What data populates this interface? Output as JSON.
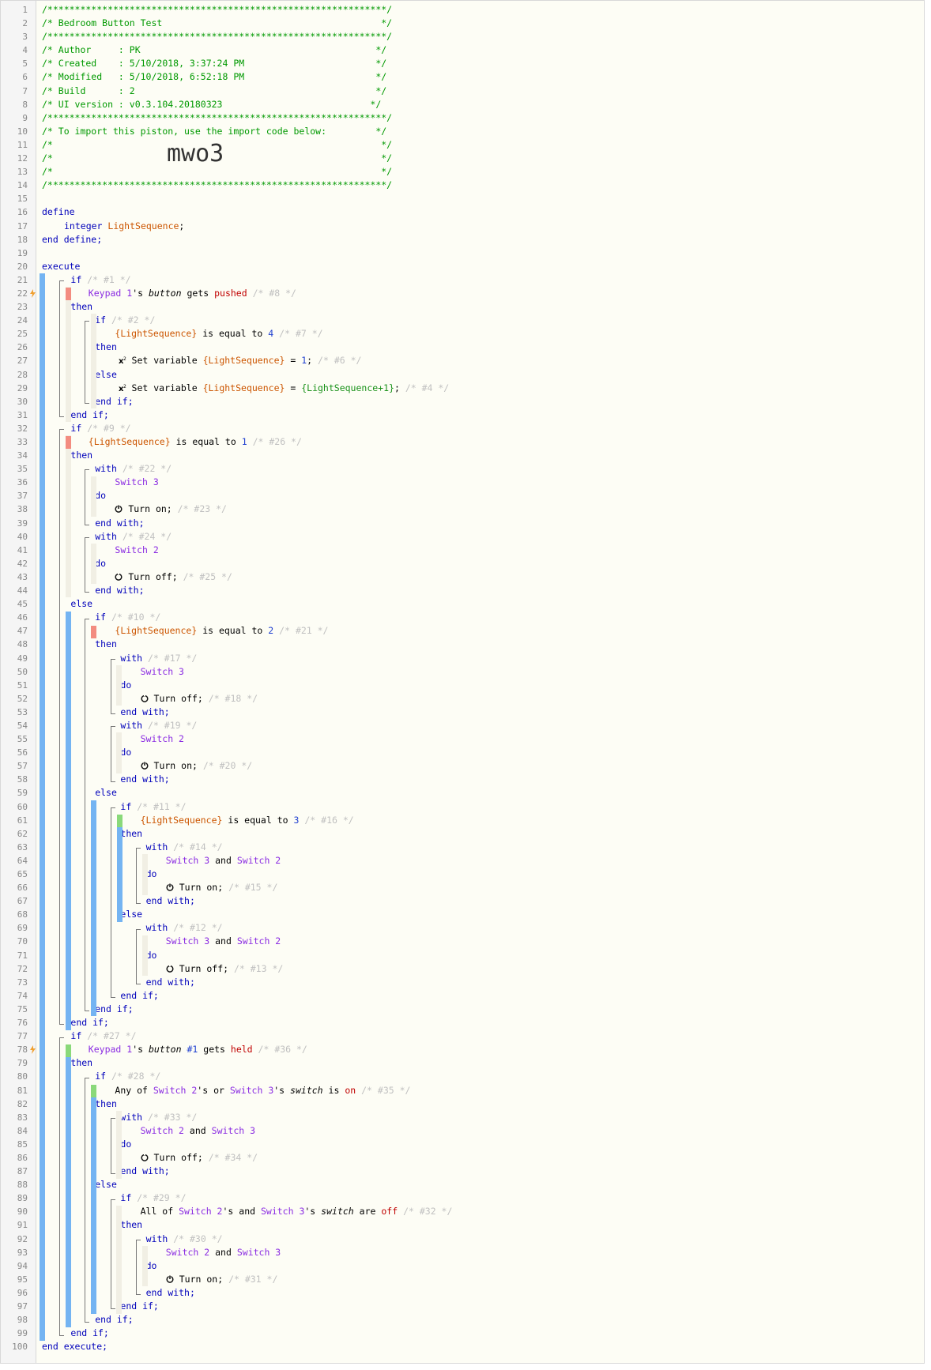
{
  "colors": {
    "bar_blue": "#74b4f2",
    "cond_red": "#f38c80",
    "cond_green": "#8ad97a",
    "comment_green": "#009900",
    "keyword_blue": "#0000bb",
    "device_purple": "#8a2be2",
    "variable_orange": "#cc5500"
  },
  "header": {
    "border": "/**************************************************************/",
    "title": "/* Bedroom Button Test                                        */",
    "author": "/* Author     : PK                                           */",
    "created": "/* Created    : 5/10/2018, 3:37:24 PM                        */",
    "modified": "/* Modified   : 5/10/2018, 6:52:18 PM                        */",
    "build": "/* Build      : 2                                            */",
    "ui_version": "/* UI version : v0.3.104.20180323                           */",
    "import_note": "/* To import this piston, use the import code below:         */",
    "blank": "/*                                                            */",
    "import_code": "mwo3"
  },
  "kw": {
    "define": "define",
    "integer": "integer",
    "end_define": "end define;",
    "execute": "execute",
    "end_execute": "end execute;",
    "if": "if",
    "then": "then",
    "else": "else",
    "end_if": "end if;",
    "with": "with",
    "do": "do",
    "end_with": "end with;",
    "set_variable": "Set variable",
    "turn_on": "Turn on;",
    "turn_off": "Turn off;",
    "is_equal_to": "is equal to",
    "gets": "gets",
    "and": "and",
    "any_of": "Any of",
    "all_of": "All of",
    "s": "'s",
    "or": "or",
    "is": "is",
    "are": "are",
    "semicolon": ";",
    "eq": "="
  },
  "vars": {
    "light_sequence": "LightSequence",
    "light_sequence_braced": "{LightSequence}",
    "light_sequence_plus": "{LightSequence+1}"
  },
  "devices": {
    "keypad": "Keypad 1",
    "switch2": "Switch 2",
    "switch3": "Switch 3"
  },
  "attrs": {
    "button": "button",
    "switch": "switch"
  },
  "values": {
    "pushed": "pushed",
    "held": "held",
    "on": "on",
    "off": "off",
    "button_num": "#1",
    "one": "1",
    "two": "2",
    "three": "3",
    "four": "4"
  },
  "ids": {
    "c1": "/* #1 */",
    "c2": "/* #2 */",
    "c4": "/* #4 */",
    "c6": "/* #6 */",
    "c7": "/* #7 */",
    "c8": "/* #8 */",
    "c9": "/* #9 */",
    "c10": "/* #10 */",
    "c11": "/* #11 */",
    "c12": "/* #12 */",
    "c13": "/* #13 */",
    "c14": "/* #14 */",
    "c15": "/* #15 */",
    "c16": "/* #16 */",
    "c17": "/* #17 */",
    "c18": "/* #18 */",
    "c19": "/* #19 */",
    "c20": "/* #20 */",
    "c21": "/* #21 */",
    "c22": "/* #22 */",
    "c23": "/* #23 */",
    "c24": "/* #24 */",
    "c25": "/* #25 */",
    "c26": "/* #26 */",
    "c27": "/* #27 */",
    "c28": "/* #28 */",
    "c29": "/* #29 */",
    "c30": "/* #30 */",
    "c31": "/* #31 */",
    "c32": "/* #32 */",
    "c33": "/* #33 */",
    "c34": "/* #34 */",
    "c35": "/* #35 */",
    "c36": "/* #36 */"
  },
  "gutter": {
    "line_numbers": [
      "1",
      "2",
      "3",
      "4",
      "5",
      "6",
      "7",
      "8",
      "9",
      "10",
      "11",
      "12",
      "13",
      "14",
      "15",
      "16",
      "17",
      "18",
      "19",
      "20",
      "21",
      "22",
      "23",
      "24",
      "25",
      "26",
      "27",
      "28",
      "29",
      "30",
      "31",
      "32",
      "33",
      "34",
      "35",
      "36",
      "37",
      "38",
      "39",
      "40",
      "41",
      "42",
      "43",
      "44",
      "45",
      "46",
      "47",
      "48",
      "49",
      "50",
      "51",
      "52",
      "53",
      "54",
      "55",
      "56",
      "57",
      "58",
      "59",
      "60",
      "61",
      "62",
      "63",
      "64",
      "65",
      "66",
      "67",
      "68",
      "69",
      "70",
      "71",
      "72",
      "73",
      "74",
      "75",
      "76",
      "77",
      "78",
      "79",
      "80",
      "81",
      "82",
      "83",
      "84",
      "85",
      "86",
      "87",
      "88",
      "89",
      "90",
      "91",
      "92",
      "93",
      "94",
      "95",
      "96",
      "97",
      "98",
      "99",
      "100"
    ]
  }
}
